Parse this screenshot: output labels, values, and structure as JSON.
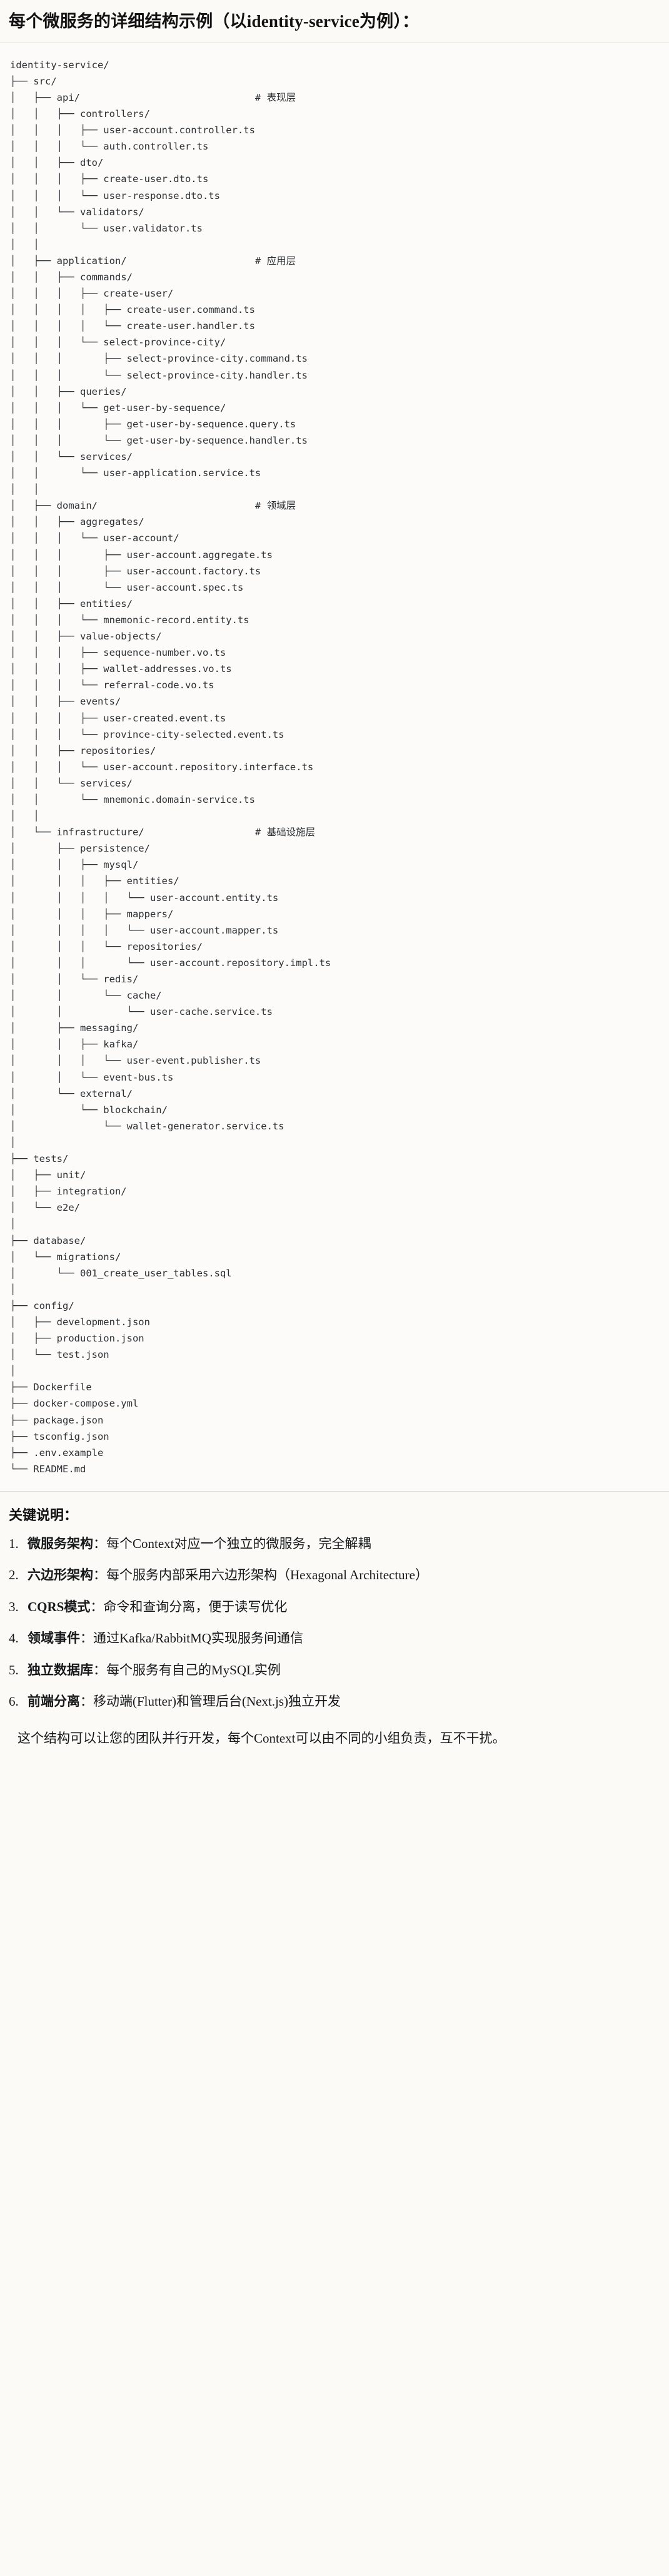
{
  "document": {
    "heading": "每个微服务的详细结构示例（以identity-service为例）："
  },
  "tree": {
    "root": "identity-service/",
    "comments": {
      "api": "# 表现层",
      "application": "# 应用层",
      "domain": "# 领域层",
      "infrastructure": "# 基础设施层"
    },
    "text": "identity-service/\n├── src/\n│   ├── api/                              # 表现层\n│   │   ├── controllers/\n│   │   │   ├── user-account.controller.ts\n│   │   │   └── auth.controller.ts\n│   │   ├── dto/\n│   │   │   ├── create-user.dto.ts\n│   │   │   └── user-response.dto.ts\n│   │   └── validators/\n│   │       └── user.validator.ts\n│   │\n│   ├── application/                      # 应用层\n│   │   ├── commands/\n│   │   │   ├── create-user/\n│   │   │   │   ├── create-user.command.ts\n│   │   │   │   └── create-user.handler.ts\n│   │   │   └── select-province-city/\n│   │   │       ├── select-province-city.command.ts\n│   │   │       └── select-province-city.handler.ts\n│   │   ├── queries/\n│   │   │   └── get-user-by-sequence/\n│   │   │       ├── get-user-by-sequence.query.ts\n│   │   │       └── get-user-by-sequence.handler.ts\n│   │   └── services/\n│   │       └── user-application.service.ts\n│   │\n│   ├── domain/                           # 领域层\n│   │   ├── aggregates/\n│   │   │   └── user-account/\n│   │   │       ├── user-account.aggregate.ts\n│   │   │       ├── user-account.factory.ts\n│   │   │       └── user-account.spec.ts\n│   │   ├── entities/\n│   │   │   └── mnemonic-record.entity.ts\n│   │   ├── value-objects/\n│   │   │   ├── sequence-number.vo.ts\n│   │   │   ├── wallet-addresses.vo.ts\n│   │   │   └── referral-code.vo.ts\n│   │   ├── events/\n│   │   │   ├── user-created.event.ts\n│   │   │   └── province-city-selected.event.ts\n│   │   ├── repositories/\n│   │   │   └── user-account.repository.interface.ts\n│   │   └── services/\n│   │       └── mnemonic.domain-service.ts\n│   │\n│   └── infrastructure/                   # 基础设施层\n│       ├── persistence/\n│       │   ├── mysql/\n│       │   │   ├── entities/\n│       │   │   │   └── user-account.entity.ts\n│       │   │   ├── mappers/\n│       │   │   │   └── user-account.mapper.ts\n│       │   │   └── repositories/\n│       │   │       └── user-account.repository.impl.ts\n│       │   └── redis/\n│       │       └── cache/\n│       │           └── user-cache.service.ts\n│       ├── messaging/\n│       │   ├── kafka/\n│       │   │   └── user-event.publisher.ts\n│       │   └── event-bus.ts\n│       └── external/\n│           └── blockchain/\n│               └── wallet-generator.service.ts\n│\n├── tests/\n│   ├── unit/\n│   ├── integration/\n│   └── e2e/\n│\n├── database/\n│   └── migrations/\n│       └── 001_create_user_tables.sql\n│\n├── config/\n│   ├── development.json\n│   ├── production.json\n│   └── test.json\n│\n├── Dockerfile\n├── docker-compose.yml\n├── package.json\n├── tsconfig.json\n├── .env.example\n└── README.md"
  },
  "keypoints": {
    "title": "关键说明：",
    "items": [
      {
        "term": "微服务架构",
        "sep": "：",
        "desc": "每个Context对应一个独立的微服务，完全解耦"
      },
      {
        "term": "六边形架构",
        "sep": "：",
        "desc": "每个服务内部采用六边形架构（Hexagonal Architecture）"
      },
      {
        "term": "CQRS模式",
        "sep": "：",
        "desc": "命令和查询分离，便于读写优化"
      },
      {
        "term": "领域事件",
        "sep": "：",
        "desc": "通过Kafka/RabbitMQ实现服务间通信"
      },
      {
        "term": "独立数据库",
        "sep": "：",
        "desc": "每个服务有自己的MySQL实例"
      },
      {
        "term": "前端分离",
        "sep": "：",
        "desc": "移动端(Flutter)和管理后台(Next.js)独立开发"
      }
    ],
    "closing": "这个结构可以让您的团队并行开发，每个Context可以由不同的小组负责，互不干扰。"
  },
  "colors": {
    "page_bg": "#fbfaf7",
    "code_bg": "#fcfbf9",
    "text": "#1b1b1b",
    "code_text": "#2b2f33",
    "rule": "#dedbd2"
  }
}
